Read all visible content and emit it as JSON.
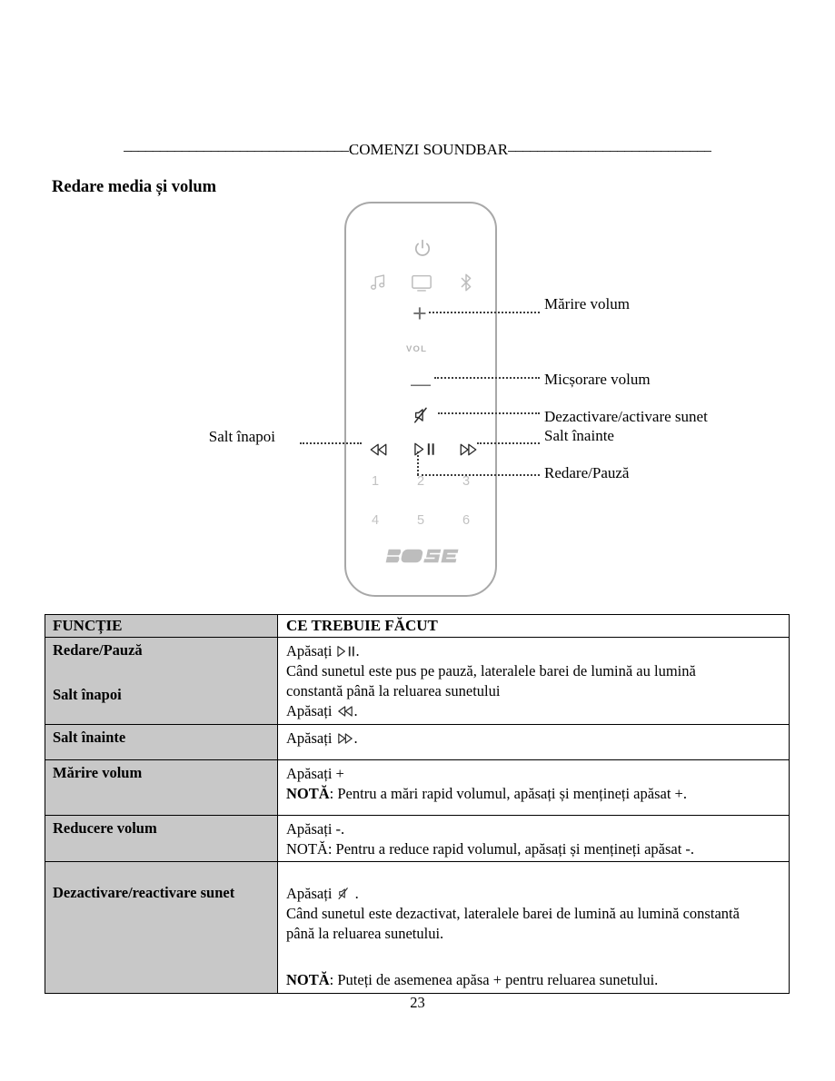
{
  "document": {
    "running_header": "COMENZI SOUNDBAR",
    "header_rule_left": "_______________________________",
    "header_rule_right": "____________________________",
    "section_title": "Redare media și volum",
    "page_number": "23"
  },
  "remote": {
    "brand_logo": "BOSE",
    "vol_label": "VOL",
    "plus_symbol": "+",
    "minus_symbol": "—",
    "preset_keys": [
      "1",
      "2",
      "3",
      "4",
      "5",
      "6"
    ],
    "icons": {
      "power": "power-icon",
      "music": "music-note-icon",
      "tv": "tv-icon",
      "bluetooth": "bluetooth-icon",
      "mute": "mute-icon",
      "skip_back": "skip-back-icon",
      "play_pause": "play-pause-icon",
      "skip_forward": "skip-forward-icon"
    }
  },
  "callouts": {
    "volume_up": "Mărire volum",
    "volume_down": "Micșorare volum",
    "mute_toggle": "Dezactivare/activare sunet",
    "skip_forward": "Salt înainte",
    "play_pause": "Redare/Pauză",
    "skip_back": "Salt înapoi"
  },
  "table": {
    "headers": {
      "function": "FUNCȚIE",
      "action": "CE TREBUIE FĂCUT"
    },
    "rows": [
      {
        "function": "Redare/Pauză",
        "press_prefix": "Apăsați",
        "press_icon": "play-pause-icon",
        "press_suffix": ".",
        "detail_line_1": "Când sunetul este pus pe pauză, lateralele barei de lumină au lumină",
        "detail_line_2": "constantă până la reluarea sunetului"
      },
      {
        "function": "Salt înapoi",
        "press_prefix": "Apăsați",
        "press_icon": "skip-back-icon",
        "press_suffix": "."
      },
      {
        "function": "Salt înainte",
        "press_prefix": "Apăsați",
        "press_icon": "skip-forward-icon",
        "press_suffix": "."
      },
      {
        "function": "Mărire volum",
        "press_plain": "Apăsați +",
        "note_label": "NOTĂ",
        "note_text": ": Pentru a mări rapid volumul, apăsați și mențineți apăsat +."
      },
      {
        "function": "Reducere volum",
        "press_plain": "Apăsați -.",
        "note_plain": "NOTĂ: Pentru a reduce rapid volumul, apăsați și mențineți apăsat -."
      },
      {
        "function": "Dezactivare/reactivare sunet",
        "press_prefix": "Apăsați",
        "press_icon": "mute-icon",
        "press_suffix": ".",
        "detail_line_1": "Când sunetul este dezactivat, lateralele barei de lumină au lumină constantă",
        "detail_line_2": "până la reluarea sunetului.",
        "note_label": "NOTĂ",
        "note_text": ": Puteți de asemenea apăsa + pentru reluarea sunetului."
      }
    ]
  }
}
